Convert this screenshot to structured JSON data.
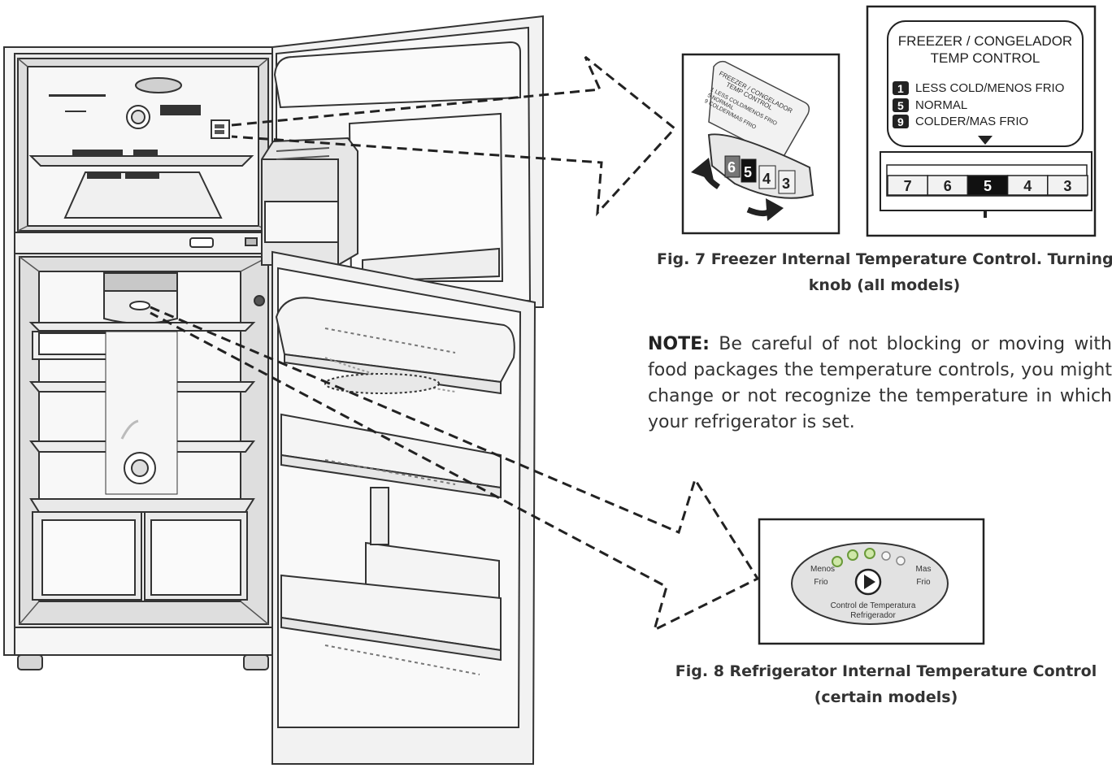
{
  "fig7": {
    "panel": {
      "title_line1": "FREEZER / CONGELADOR",
      "title_line2": "TEMP CONTROL",
      "items": [
        {
          "num": "1",
          "label": "LESS COLD/MENOS FRIO"
        },
        {
          "num": "5",
          "label": "NORMAL"
        },
        {
          "num": "9",
          "label": "COLDER/MAS FRIO"
        }
      ],
      "scale": [
        "7",
        "6",
        "5",
        "4",
        "3"
      ],
      "selected": "5"
    },
    "knob": {
      "label_line1": "FREEZER / CONGELADOR",
      "label_line2": "TEMP CONTROL",
      "items": [
        "1 LESS COLD/MENOS FRIO",
        "5 NORMAL",
        "9 COLDER/MAS FRIO"
      ],
      "digits": [
        "6",
        "5",
        "4",
        "3"
      ]
    },
    "caption_line1": "Fig. 7 Freezer Internal Temperature Control. Turning",
    "caption_line2": "knob (all models)"
  },
  "note": {
    "lead": "NOTE:",
    "text": " Be careful of not blocking or moving with food packages the temperature controls, you might change or not recognize the temperature in which your refrigerator is set."
  },
  "fig8": {
    "left_line1": "Menos",
    "left_line2": "Frio",
    "right_line1": "Mas",
    "right_line2": "Frio",
    "bottom_line1": "Control de Temperatura",
    "bottom_line2": "Refrigerador",
    "caption_line1": "Fig. 8 Refrigerator Internal Temperature Control",
    "caption_line2": "(certain models)"
  }
}
